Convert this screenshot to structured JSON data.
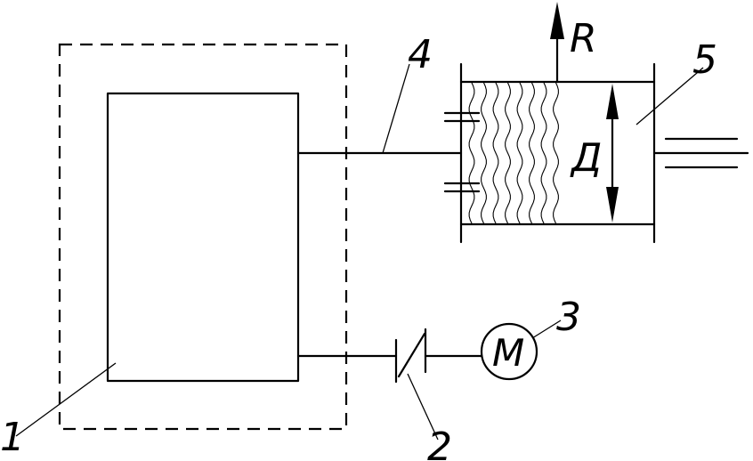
{
  "labels": {
    "n1": "1",
    "n2": "2",
    "n3": "3",
    "n4": "4",
    "n5": "5",
    "force": "R",
    "diameter": "Д",
    "motor": "M"
  },
  "colors": {
    "ink": "#000000",
    "background": "#ffffff"
  }
}
